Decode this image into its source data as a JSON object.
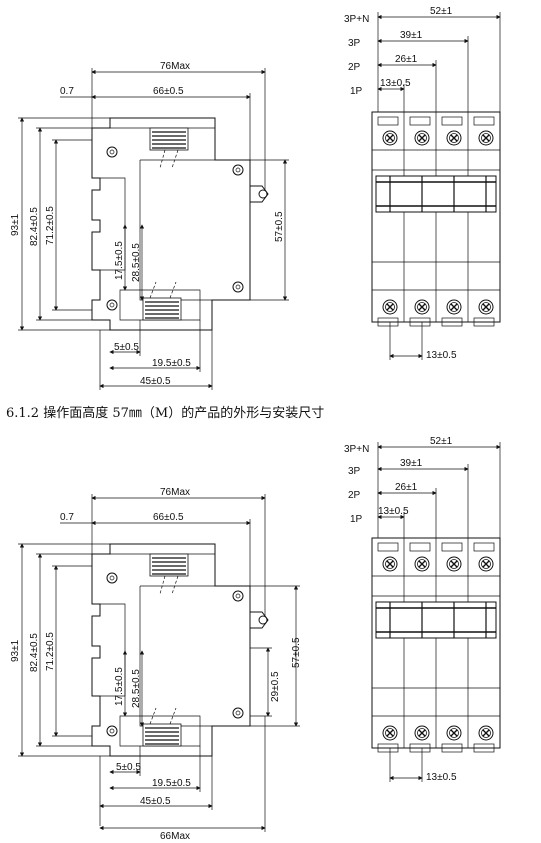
{
  "section_heading": "6.1.2 操作面高度 57㎜（M）的产品的外形与安装尺寸",
  "top": {
    "side_view": {
      "dims": {
        "overall_width": "76Max",
        "inner_width": "66±0.5",
        "offset": "0.7",
        "height_total": "93±1",
        "height_82": "82.4±0.5",
        "height_71": "71.2±0.5",
        "height_17": "17.5±0.5",
        "height_28": "28.5±0.5",
        "height_57": "57±0.5",
        "width_5": "5±0.5",
        "width_19": "19.5±0.5",
        "width_45": "45±0.5"
      }
    },
    "front_view": {
      "poles": [
        "3P+N",
        "3P",
        "2P",
        "1P"
      ],
      "dims": {
        "w_3pn": "52±1",
        "w_3p": "39±1",
        "w_2p": "26±1",
        "w_1p": "13±0.5",
        "pitch": "13±0.5"
      }
    }
  },
  "bottom": {
    "side_view": {
      "dims": {
        "overall_width": "76Max",
        "inner_width": "66±0.5",
        "offset": "0.7",
        "height_total": "93±1",
        "height_82": "82.4±0.5",
        "height_71": "71.2±0.5",
        "height_17": "17.5±0.5",
        "height_28": "28.5±0.5",
        "height_57": "57±0.5",
        "height_29": "29±0.5",
        "width_5": "5±0.5",
        "width_19": "19.5±0.5",
        "width_45": "45±0.5",
        "bottom_width": "66Max"
      }
    },
    "front_view": {
      "poles": [
        "3P+N",
        "3P",
        "2P",
        "1P"
      ],
      "dims": {
        "w_3pn": "52±1",
        "w_3p": "39±1",
        "w_2p": "26±1",
        "w_1p": "13±0.5",
        "pitch": "13±0.5"
      }
    }
  }
}
